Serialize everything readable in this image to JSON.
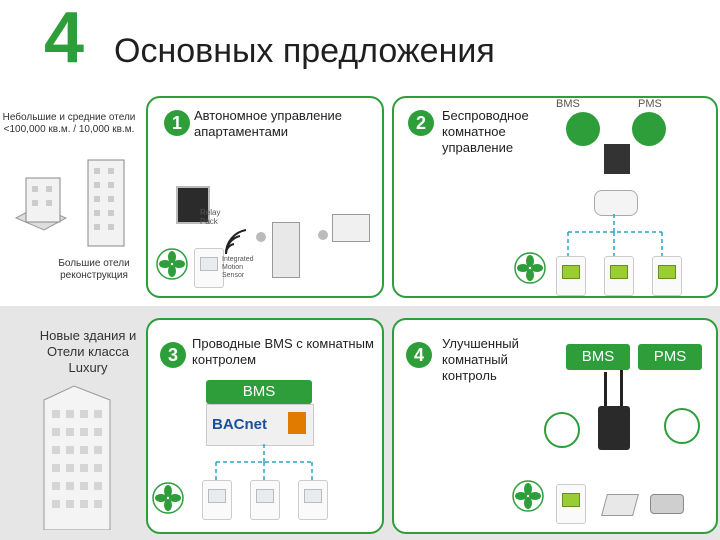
{
  "header": {
    "number": "4",
    "title": "Основных предложения"
  },
  "left": {
    "top_text": "Небольшие и средние отели <100,000 кв.м. / 10,000 кв.м.",
    "mid_text": "Большие отели реконструкция",
    "bottom_text": "Новые здания и Отели класса Luxury"
  },
  "panels": [
    {
      "num": "1",
      "text": "Автономное управление апартаментами",
      "labels": {
        "relay": "Relay Pack",
        "sensor": "Integrated Motion Sensor"
      }
    },
    {
      "num": "2",
      "text": "Беспроводное комнатное управление",
      "labels": {
        "bms": "BMS",
        "pms": "PMS"
      }
    },
    {
      "num": "3",
      "text": "Проводные BMS с комнатным контролем",
      "labels": {
        "bms": "BMS",
        "bacnet": "BACnet"
      }
    },
    {
      "num": "4",
      "text": "Улучшенный комнатный контроль",
      "labels": {
        "bms": "BMS",
        "pms": "PMS"
      }
    }
  ],
  "colors": {
    "accent": "#2e9e3b",
    "band": "#e6e6e6"
  }
}
